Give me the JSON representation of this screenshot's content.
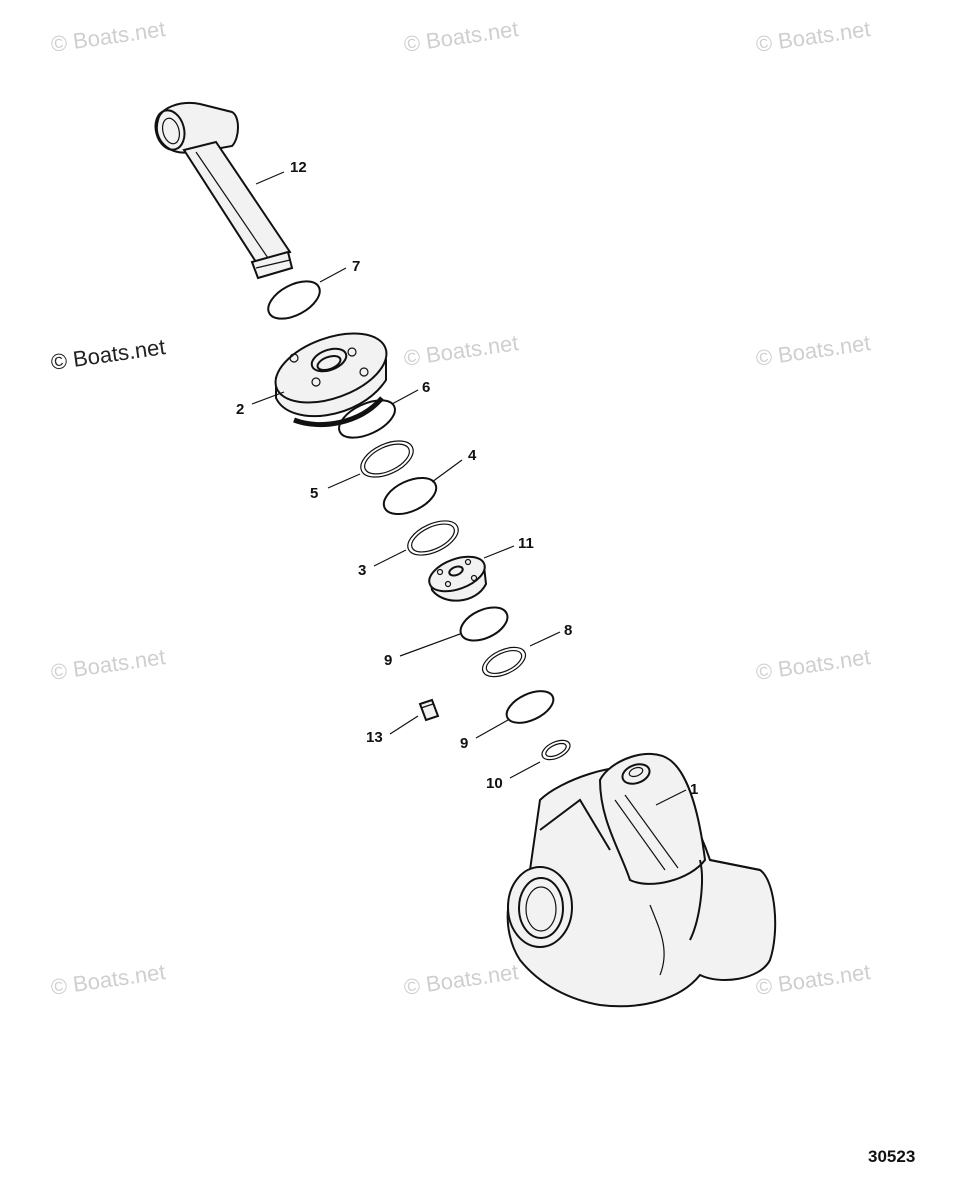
{
  "watermarks": [
    "© Boats.net",
    "© Boats.net",
    "© Boats.net",
    "© Boats.net",
    "© Boats.net",
    "© Boats.net",
    "© Boats.net",
    "© Boats.net",
    "© Boats.net",
    "© Boats.net",
    "© Boats.net"
  ],
  "callouts": {
    "c12": "12",
    "c7": "7",
    "c2": "2",
    "c6": "6",
    "c5": "5",
    "c4": "4",
    "c3": "3",
    "c11": "11",
    "c8": "8",
    "c9a": "9",
    "c13": "13",
    "c9b": "9",
    "c10": "10",
    "c1": "1"
  },
  "figure_number": "30523"
}
